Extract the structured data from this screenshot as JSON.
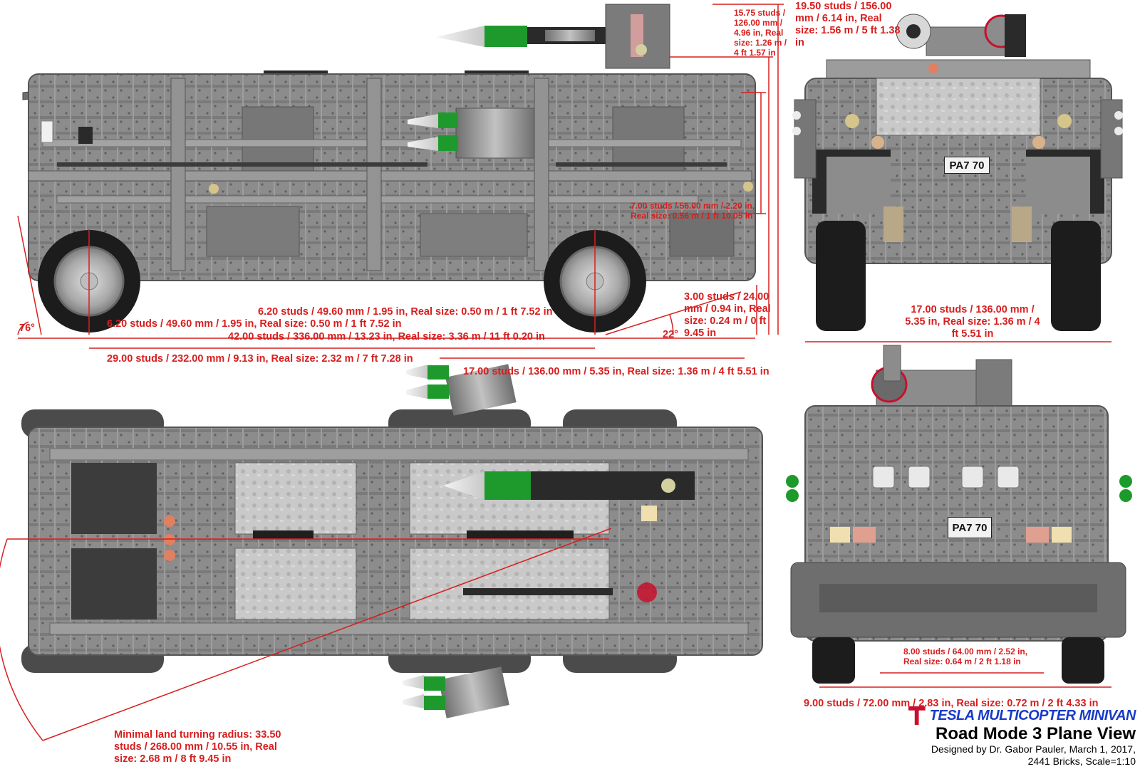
{
  "brand": {
    "name": "TESLA MULTICOPTER MINIVAN",
    "logo_color": "#c8102e",
    "brand_color": "#1a3bc8"
  },
  "title": "Road Mode 3 Plane View",
  "designer_line": "Designed by Dr. Gabor Pauler, March 1, 2017, 2441 Bricks, Scale=1:10",
  "colors": {
    "dimension": "#d81e1e",
    "body": "#8f8f8f",
    "body_dark": "#5a5a5a",
    "tire": "#1c1c1c",
    "green": "#1e9a2c"
  },
  "side_view": {
    "dim_rotor_height": "15.75 studs / 126.00 mm / 4.96 in, Real size: 1.26 m / 4 ft 1.57 in",
    "dim_total_height": "19.50 studs / 156.00 mm / 6.14 in, Real size: 1.56 m / 5 ft 1.38 in",
    "dim_body_height": "7.00 studs / 56.00 mm / 2.20 in, Real size: 0.56 m / 1 ft 10.05 in",
    "dim_wheel_dia_rear": "6.20 studs / 49.60 mm / 1.95 in, Real size: 0.50 m / 1 ft 7.52 in",
    "dim_wheel_dia_front": "6.20 studs / 49.60 mm / 1.95 in, Real size: 0.50 m / 1 ft 7.52 in",
    "dim_ground_clearance": "3.00 studs / 24.00 mm / 0.94 in, Real size: 0.24 m / 0 ft 9.45 in",
    "dim_length": "42.00 studs / 336.00 mm / 13.23 in, Real size: 3.36 m / 11 ft 0.20 in",
    "dim_wheelbase": "29.00 studs / 232.00 mm / 9.13 in, Real size: 2.32 m / 7 ft 7.28 in",
    "dim_width_ref": "17.00 studs / 136.00 mm / 5.35 in, Real size: 1.36 m / 4 ft 5.51 in",
    "approach_angle": "76°",
    "departure_angle": "22°"
  },
  "front_view": {
    "plate": "PA7 70",
    "dim_width": "17.00 studs / 136.00 mm / 5.35 in, Real size: 1.36 m / 4 ft 5.51 in"
  },
  "rear_view": {
    "plate": "PA7 70",
    "dim_inner": "8.00 studs / 64.00 mm / 2.52 in, Real size: 0.64 m / 2 ft 1.18 in",
    "dim_track": "9.00 studs / 72.00 mm / 2.83 in, Real size: 0.72 m / 2 ft 4.33 in"
  },
  "top_view": {
    "turning_radius": "Minimal land turning radius: 33.50 studs / 268.00 mm / 10.55 in, Real size: 2.68 m / 8 ft 9.45 in"
  }
}
